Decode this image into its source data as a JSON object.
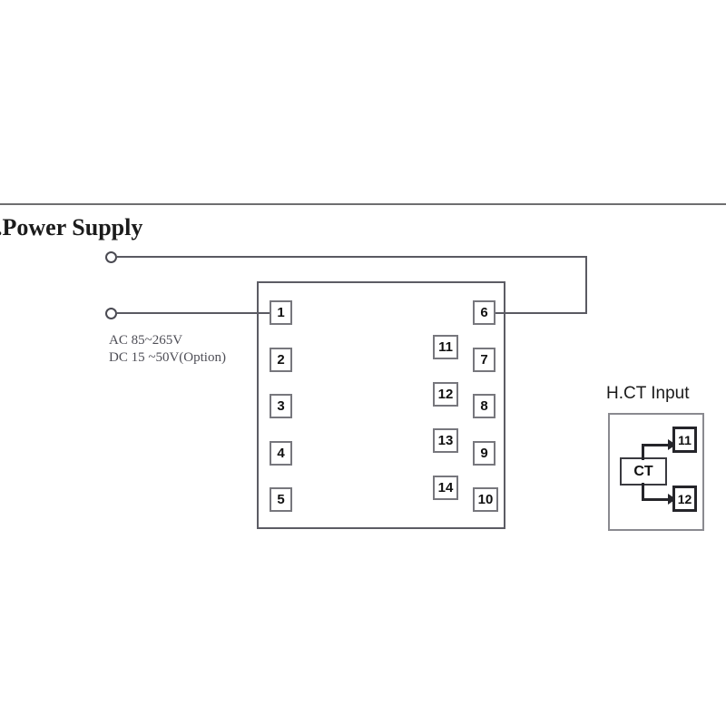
{
  "title": ".Power Supply",
  "supply": {
    "ac_rating": "AC 85~265V",
    "dc_rating": "DC 15 ~50V(Option)",
    "posts": [
      {
        "name": "power-supply-post-top"
      },
      {
        "name": "power-supply-post-bottom"
      }
    ]
  },
  "device": {
    "left_terminals": [
      {
        "label": "1"
      },
      {
        "label": "2"
      },
      {
        "label": "3"
      },
      {
        "label": "4"
      },
      {
        "label": "5"
      }
    ],
    "middle_terminals": [
      {
        "label": "11"
      },
      {
        "label": "12"
      },
      {
        "label": "13"
      },
      {
        "label": "14"
      }
    ],
    "right_terminals": [
      {
        "label": "6"
      },
      {
        "label": "7"
      },
      {
        "label": "8"
      },
      {
        "label": "9"
      },
      {
        "label": "10"
      }
    ]
  },
  "hct": {
    "title": "H.CT Input",
    "ct_label": "CT",
    "terminal_top": "11",
    "terminal_bottom": "12"
  },
  "colors": {
    "line": "#5a5a62",
    "box_border": "#5c5c64",
    "terminal_border": "#77777d",
    "hct_line": "#25252a",
    "text": "#101010",
    "caption": "#4d4d55",
    "background": "#ffffff"
  }
}
